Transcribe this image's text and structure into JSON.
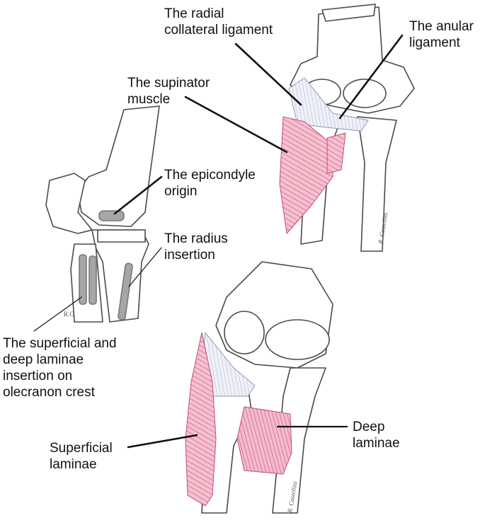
{
  "labels": {
    "radial_collateral": [
      "The radial",
      "collateral ligament"
    ],
    "anular": [
      "The anular",
      "ligament"
    ],
    "supinator": [
      "The supinator",
      "muscle"
    ],
    "epicondyle": [
      "The epicondyle",
      "origin"
    ],
    "radius_insertion": [
      "The radius",
      "insertion"
    ],
    "superficial_deep": [
      "The superficial and",
      "deep laminae",
      "insertion on",
      "olecranon crest"
    ],
    "superficial_laminae": [
      "Superficial",
      "laminae"
    ],
    "deep_laminae": [
      "Deep",
      "laminae"
    ]
  },
  "signatures": {
    "small_initials": "R.C.",
    "top_signature": "R. Castellini",
    "bottom_signature": "R. Castellini"
  },
  "colors": {
    "ink": "#111111",
    "bone_line": "#4a4a4a",
    "muscle": "#d9557a",
    "ligament": "#9aa6c4",
    "bone_fill": "#ffffff",
    "gray_strip": "#a6a6a6"
  }
}
